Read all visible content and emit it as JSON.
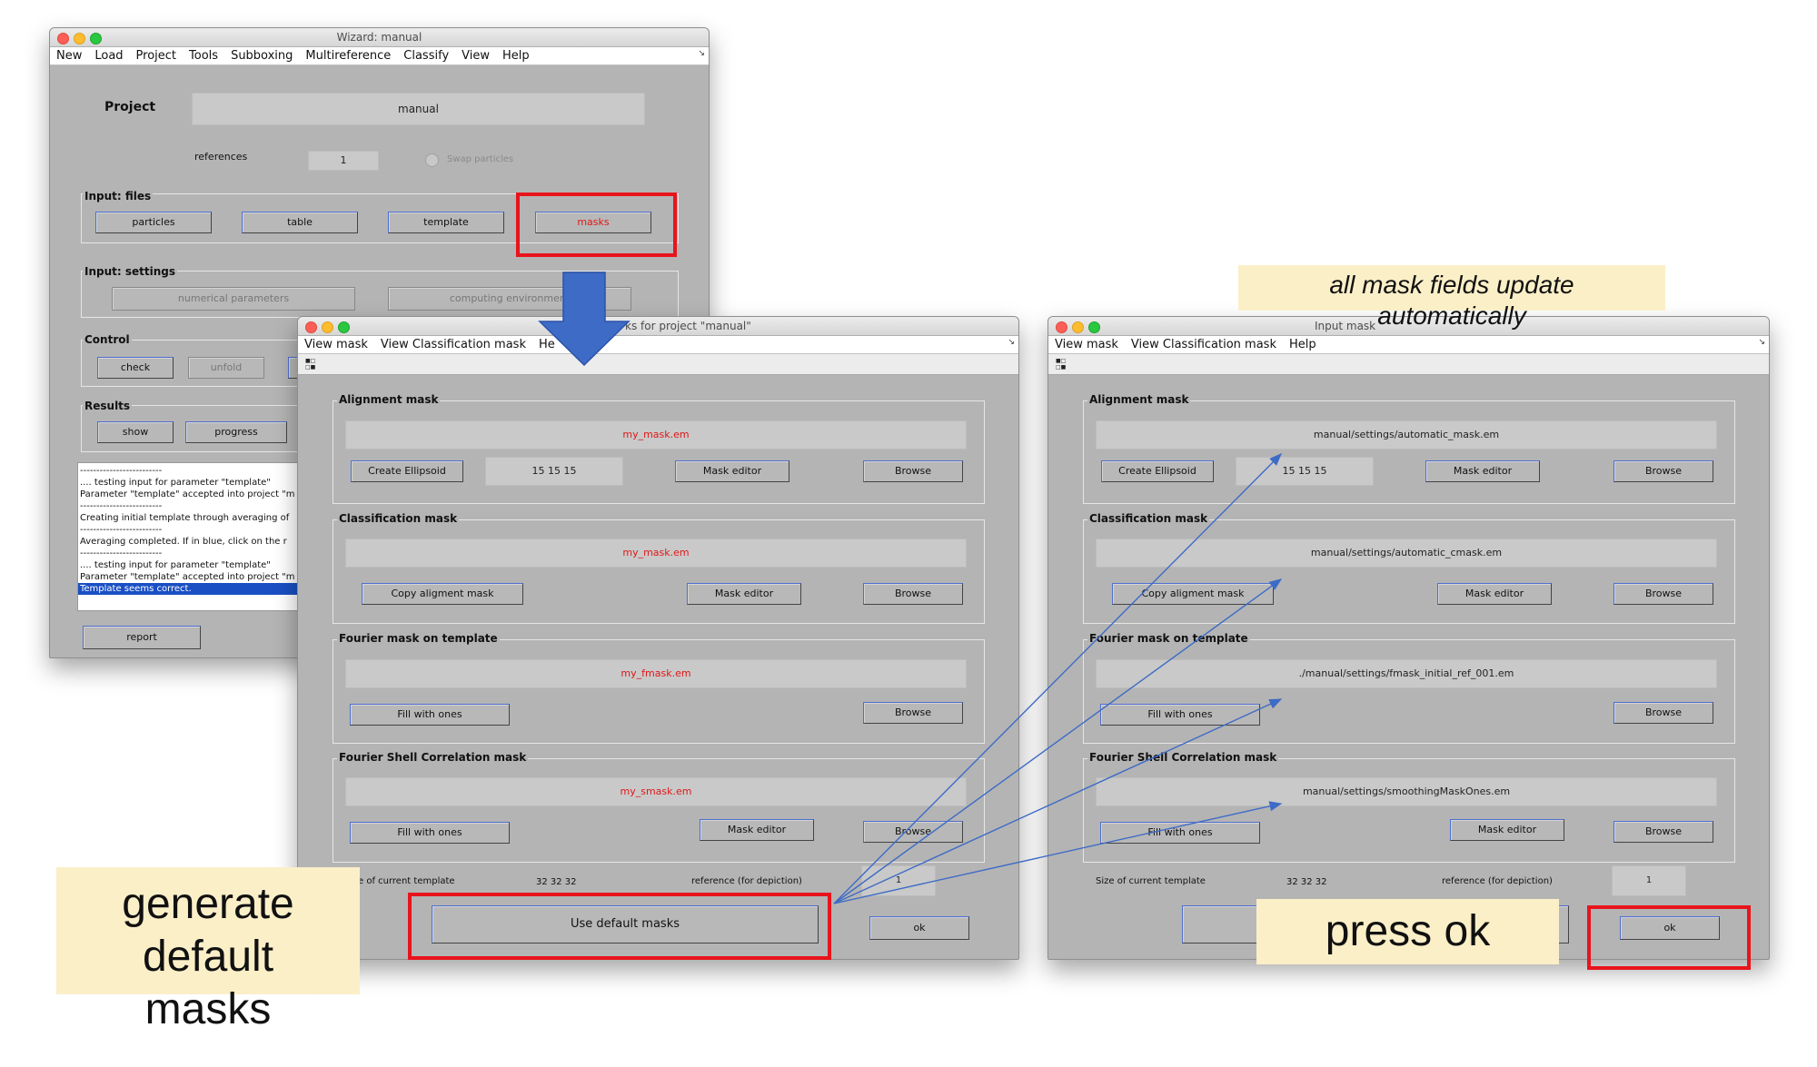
{
  "colors": {
    "highlight": "#e8141c",
    "arrow_blue": "#3e6bc6",
    "note_bg": "#fbefc8",
    "window_bg": "#b4b4b4",
    "red_text": "#e01818"
  },
  "wizard": {
    "title": "Wizard: manual",
    "menu": [
      "New",
      "Load",
      "Project",
      "Tools",
      "Subboxing",
      "Multireference",
      "Classify",
      "View",
      "Help"
    ],
    "project_label": "Project",
    "project_value": "manual",
    "references_label": "references",
    "references_value": "1",
    "swap_label": "Swap particles",
    "input_files_label": "Input: files",
    "input_files_buttons": [
      "particles",
      "table",
      "template",
      "masks"
    ],
    "input_settings_label": "Input: settings",
    "numerical_parameters": "numerical parameters",
    "computing_environment": "computing environment",
    "control_label": "Control",
    "check": "check",
    "unfold": "unfold",
    "results_label": "Results",
    "show": "show",
    "progress": "progress",
    "log_lines": [
      "-------------------------",
      ".... testing input for parameter \"template\"",
      "Parameter \"template\" accepted into project \"m",
      "-------------------------",
      "Creating initial template through averaging of",
      "-------------------------",
      "Averaging completed. If in blue, click on the r",
      "-------------------------",
      ".... testing input for parameter \"template\"",
      "Parameter \"template\" accepted into project \"m",
      "Template seems correct."
    ],
    "report": "report"
  },
  "mask_left": {
    "title": "Input masks for project \"manual\"",
    "title_visible": "ks for project \"manual\"",
    "menu": [
      "View mask",
      "View Classification mask",
      "Help"
    ],
    "menu_help_visible": "He",
    "toolbar_icon": "mask-toggle-icon",
    "alignment_label": "Alignment mask",
    "alignment_value": "my_mask.em",
    "create_ellipsoid": "Create Ellipsoid",
    "ellipsoid_value": "15 15 15",
    "mask_editor": "Mask editor",
    "browse": "Browse",
    "classification_label": "Classification mask",
    "classification_value": "my_mask.em",
    "copy_alignment": "Copy aligment mask",
    "fourier_label": "Fourier mask on template",
    "fourier_value": "my_fmask.em",
    "fill_with_ones": "Fill with ones",
    "fsc_label": "Fourier Shell Correlation mask",
    "fsc_value": "my_smask.em",
    "size_label_visible": "e of current template",
    "size_value": "32 32 32",
    "reference_label": "reference (for depiction)",
    "reference_value": "1",
    "use_default": "Use default masks",
    "ok": "ok"
  },
  "mask_right": {
    "title": "Input masks for project \"manual\"",
    "title_visible": "Input mask",
    "menu": [
      "View mask",
      "View Classification mask",
      "Help"
    ],
    "alignment_label": "Alignment mask",
    "alignment_value": "manual/settings/automatic_mask.em",
    "create_ellipsoid": "Create Ellipsoid",
    "ellipsoid_value": "15 15 15",
    "mask_editor": "Mask editor",
    "browse": "Browse",
    "classification_label": "Classification mask",
    "classification_value": "manual/settings/automatic_cmask.em",
    "copy_alignment": "Copy aligment mask",
    "fourier_label": "Fourier mask on template",
    "fourier_value": "./manual/settings/fmask_initial_ref_001.em",
    "fill_with_ones": "Fill with ones",
    "fsc_label": "Fourier Shell Correlation mask",
    "fsc_value": "manual/settings/smoothingMaskOnes.em",
    "size_label": "Size of current template",
    "size_value": "32 32 32",
    "reference_label": "reference (for depiction)",
    "reference_value": "1",
    "ok": "ok"
  },
  "notes": {
    "update_line1": "all mask fields update",
    "update_line2": "automatically",
    "generate_line1": "generate",
    "generate_line2": "default",
    "generate_line3": "masks",
    "press_ok": "press ok"
  }
}
